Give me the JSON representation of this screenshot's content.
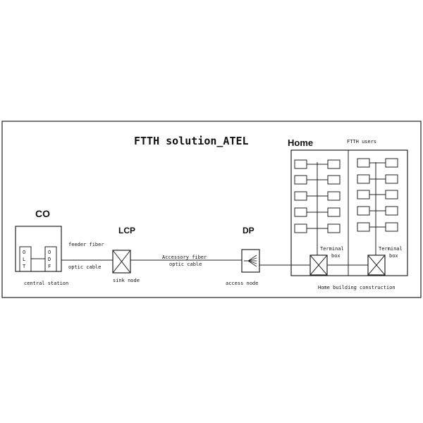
{
  "title": "FTTH solution_ATEL",
  "co": {
    "label": "CO",
    "olt_letters": [
      "O",
      "L",
      "T"
    ],
    "odf_letters": [
      "O",
      "D",
      "F"
    ],
    "caption": "central station"
  },
  "feeder": {
    "line1": "feeder fiber",
    "line2": "optic cable"
  },
  "lcp": {
    "label": "LCP",
    "caption": "sink node"
  },
  "accessory": {
    "line1": "Accessory  fiber",
    "line2": "optic cable"
  },
  "dp": {
    "label": "DP",
    "caption": "access node"
  },
  "home": {
    "label": "Home",
    "users_label": "FTTH users",
    "terminal_left": {
      "line1": "Terminal",
      "line2": "box"
    },
    "terminal_right": {
      "line1": "Terminal",
      "line2": "box"
    },
    "caption": "Home building construction"
  },
  "colors": {
    "stroke": "#222222",
    "background": "#ffffff"
  }
}
